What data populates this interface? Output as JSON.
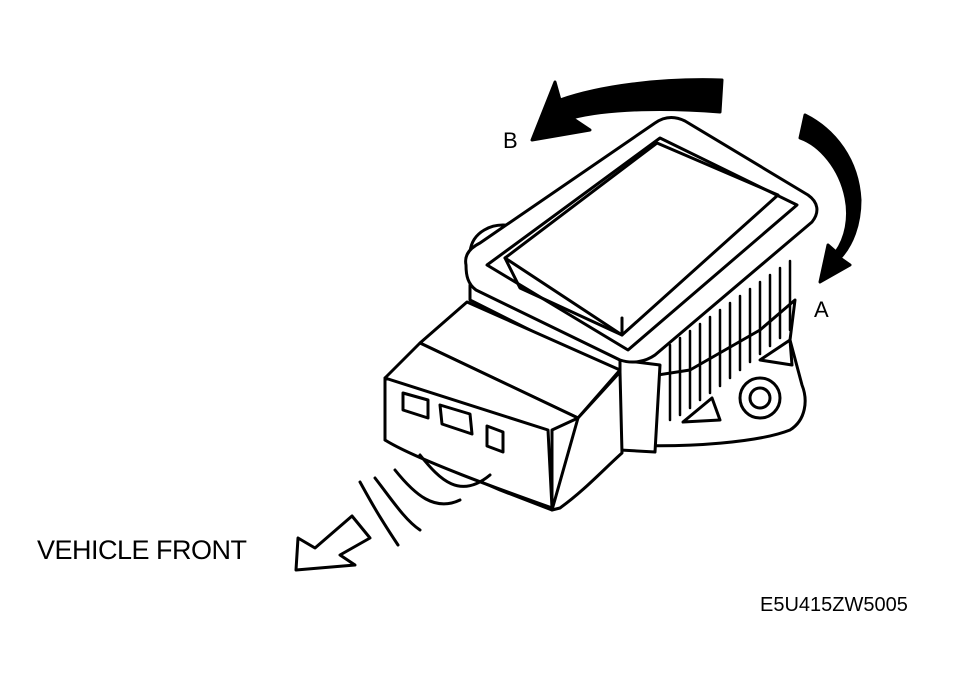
{
  "labels": {
    "rotation_a": "A",
    "rotation_b": "B",
    "vehicle_front": "VEHICLE FRONT",
    "figure_code": "E5U415ZW5005"
  },
  "colors": {
    "ink": "#000000",
    "paper": "#ffffff"
  }
}
